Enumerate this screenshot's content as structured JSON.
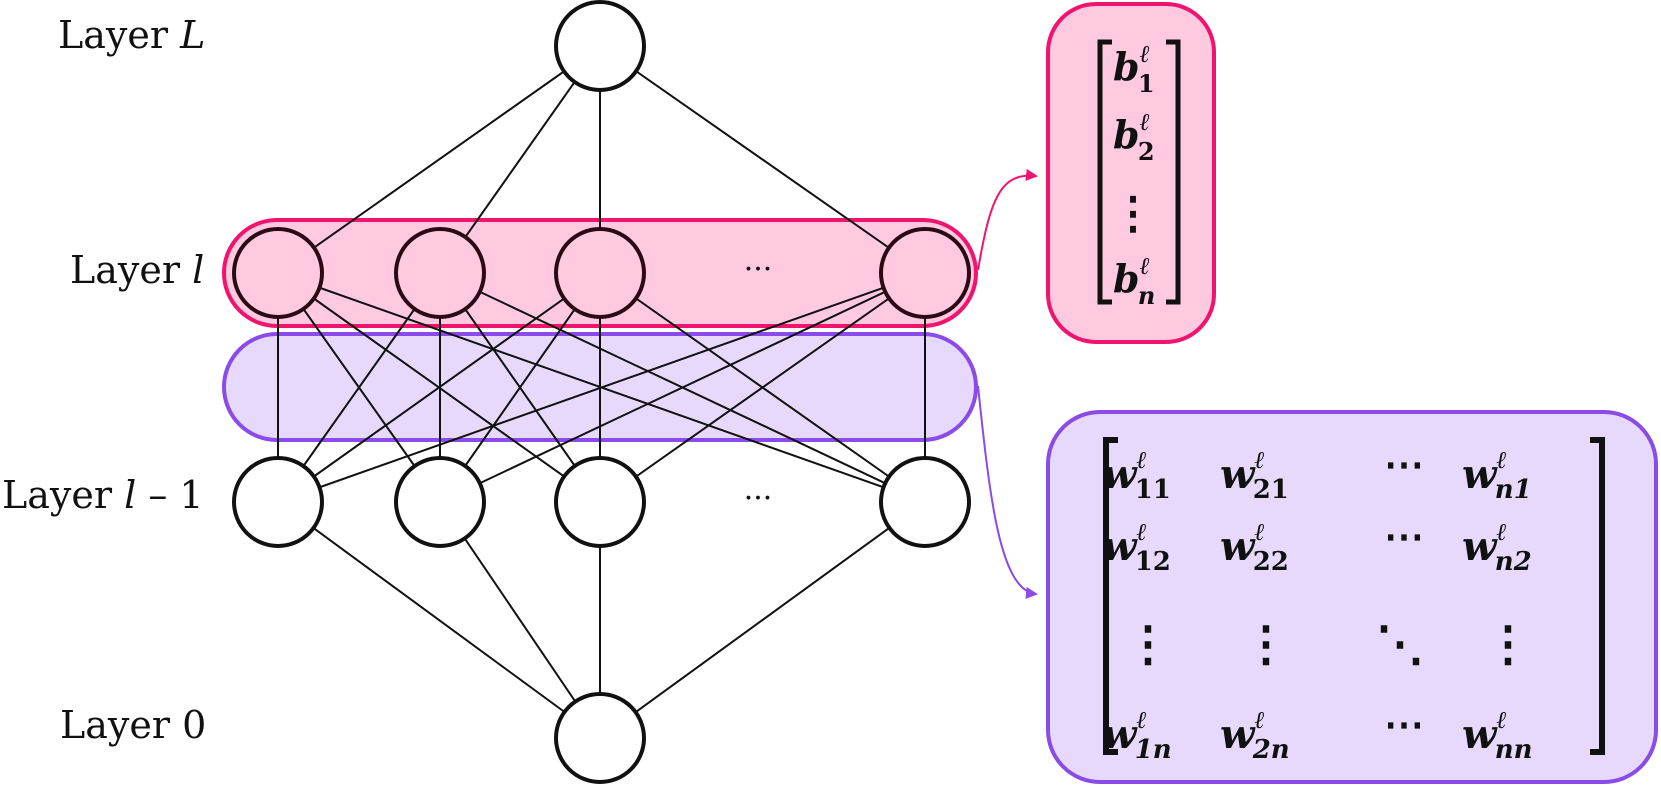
{
  "labels": {
    "layer_L": {
      "prefix": "Layer ",
      "var": "L",
      "suffix": ""
    },
    "layer_l": {
      "prefix": "Layer ",
      "var": "l",
      "suffix": ""
    },
    "layer_l_minus_1": {
      "prefix": "Layer ",
      "var": "l",
      "suffix": " – 1"
    },
    "layer_0": {
      "prefix": "Layer 0",
      "var": "",
      "suffix": ""
    }
  },
  "ellipsis": "···",
  "bias_vector": {
    "symbol": "b",
    "superscript": "ℓ",
    "entries": [
      {
        "sub": "1"
      },
      {
        "sub": "2"
      },
      {
        "sub": "n"
      }
    ],
    "vdots": "⋮"
  },
  "weight_matrix": {
    "symbol": "w",
    "superscript": "ℓ",
    "rows": [
      [
        "11",
        "21",
        "⋯",
        "n1"
      ],
      [
        "12",
        "22",
        "⋯",
        "n2"
      ],
      [
        "⋮",
        "⋮",
        "⋱",
        "⋮"
      ],
      [
        "1n",
        "2n",
        "⋯",
        "nn"
      ]
    ]
  },
  "colors": {
    "bias_fill": "#ffc9df",
    "bias_stroke": "#f0146e",
    "weight_fill": "#e6d9fb",
    "weight_stroke": "#8a4be8",
    "line": "#111111"
  }
}
